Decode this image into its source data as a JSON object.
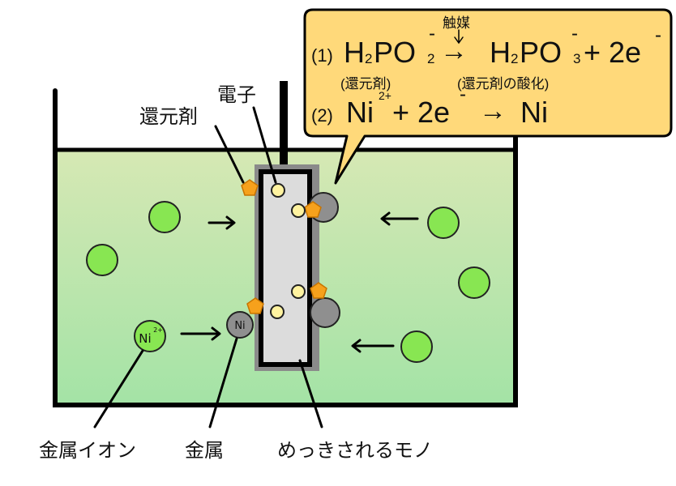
{
  "colors": {
    "solution_top": "#d6e8b4",
    "solution_bottom": "#a4e3a6",
    "ion_fill": "#88e652",
    "metal_fill": "#8f8f8f",
    "agent_fill": "#f6a11c",
    "electron_fill": "#fff3a0",
    "bubble_fill": "#ffd97a",
    "object_fill": "#dcdcdc",
    "object_border": "#7a7a7a"
  },
  "icons": {
    "metal_ion": "green-circle",
    "metal": "grey-circle",
    "reducing_agent": "orange-pentagon",
    "electron": "yellow-circle"
  },
  "labels": {
    "reducing_agent": "還元剤",
    "electron": "電子",
    "metal_ion": "金属イオン",
    "metal": "金属",
    "plated_object": "めっきされるモノ"
  },
  "bubble": {
    "catalyst": "触媒",
    "eq1": {
      "number": "(1)",
      "H": "H",
      "h_sub": "2",
      "PO": "PO",
      "po_sub": "2",
      "minus1": "-",
      "arrow": "→",
      "H2": "H",
      "h2_sub": "2",
      "PO2": "PO",
      "po2_sub": "3",
      "minus2": "-",
      "plus": "+ 2e",
      "minus3": "-",
      "reactant_note": "(還元剤)",
      "product_note": "(還元剤の酸化)"
    },
    "eq2": {
      "number": "(2)",
      "ni": "Ni",
      "charge": "2+",
      "plus": "+ 2e",
      "minus": "-",
      "arrow": "→",
      "product": "Ni"
    }
  },
  "ion_label": {
    "symbol": "Ni",
    "charge": "2+"
  },
  "metal_label": "Ni"
}
